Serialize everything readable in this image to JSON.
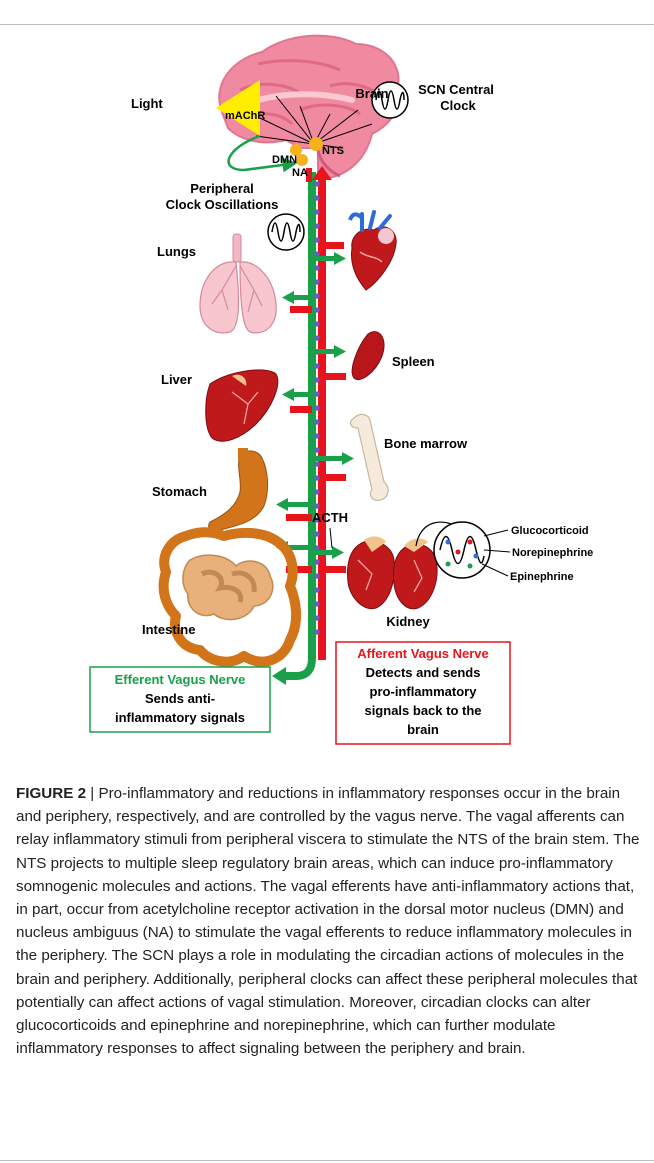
{
  "figure": {
    "labels": {
      "brain": "Brain",
      "scn_clock": [
        "SCN Central",
        "Clock"
      ],
      "light": "Light",
      "machr": "mAChR",
      "nts": "NTS",
      "dmn": "DMN",
      "na": "NA",
      "peripheral_clock": [
        "Peripheral",
        "Clock Oscillations"
      ],
      "lungs": "Lungs",
      "spleen": "Spleen",
      "liver": "Liver",
      "bone_marrow": "Bone marrow",
      "stomach": "Stomach",
      "acth": "ACTH",
      "glucocorticoid": "Glucocorticoid",
      "norepinephrine": "Norepinephrine",
      "epinephrine": "Epinephrine",
      "kidney": "Kidney",
      "intestine": "Intestine"
    },
    "efferent_box": {
      "title": "Efferent Vagus Nerve",
      "lines": [
        "Sends anti-",
        "inflammatory signals"
      ]
    },
    "afferent_box": {
      "title": "Afferent Vagus Nerve",
      "lines": [
        "Detects and sends",
        "pro-inflammatory",
        "signals back to the",
        "brain"
      ]
    },
    "colors": {
      "efferent": "#1aa04a",
      "afferent": "#e8141b",
      "brain": "#f08aa0",
      "light": "#ffee00",
      "nerve_dots": "#6a5acd",
      "organ_red": "#c0191c",
      "gut": "#d2741a",
      "lungs": "#f7c6cf"
    },
    "icons": [
      "brain-icon",
      "sine-wave-icon",
      "light-cone-icon",
      "heart-icon",
      "lungs-icon",
      "spleen-icon",
      "liver-icon",
      "bone-icon",
      "stomach-icon",
      "kidney-icon",
      "intestine-icon"
    ]
  },
  "caption": {
    "label": "FIGURE 2",
    "separator": " | ",
    "text": "Pro-inflammatory and reductions in inflammatory responses occur in the brain and periphery, respectively, and are controlled by the vagus nerve. The vagal afferents can relay inflammatory stimuli from peripheral viscera to stimulate the NTS of the brain stem. The NTS projects to multiple sleep regulatory brain areas, which can induce pro-inflammatory somnogenic molecules and actions. The vagal efferents have anti-inflammatory actions that, in part, occur from acetylcholine receptor activation in the dorsal motor nucleus (DMN) and nucleus ambiguus (NA) to stimulate the vagal efferents to reduce inflammatory molecules in the periphery. The SCN plays a role in modulating the circadian actions of molecules in the brain and periphery. Additionally, peripheral clocks can affect these peripheral molecules that potentially can affect actions of vagal stimulation. Moreover, circadian clocks can alter glucocorticoids and epinephrine and norepinephrine, which can further modulate inflammatory responses to affect signaling between the periphery and brain."
  }
}
